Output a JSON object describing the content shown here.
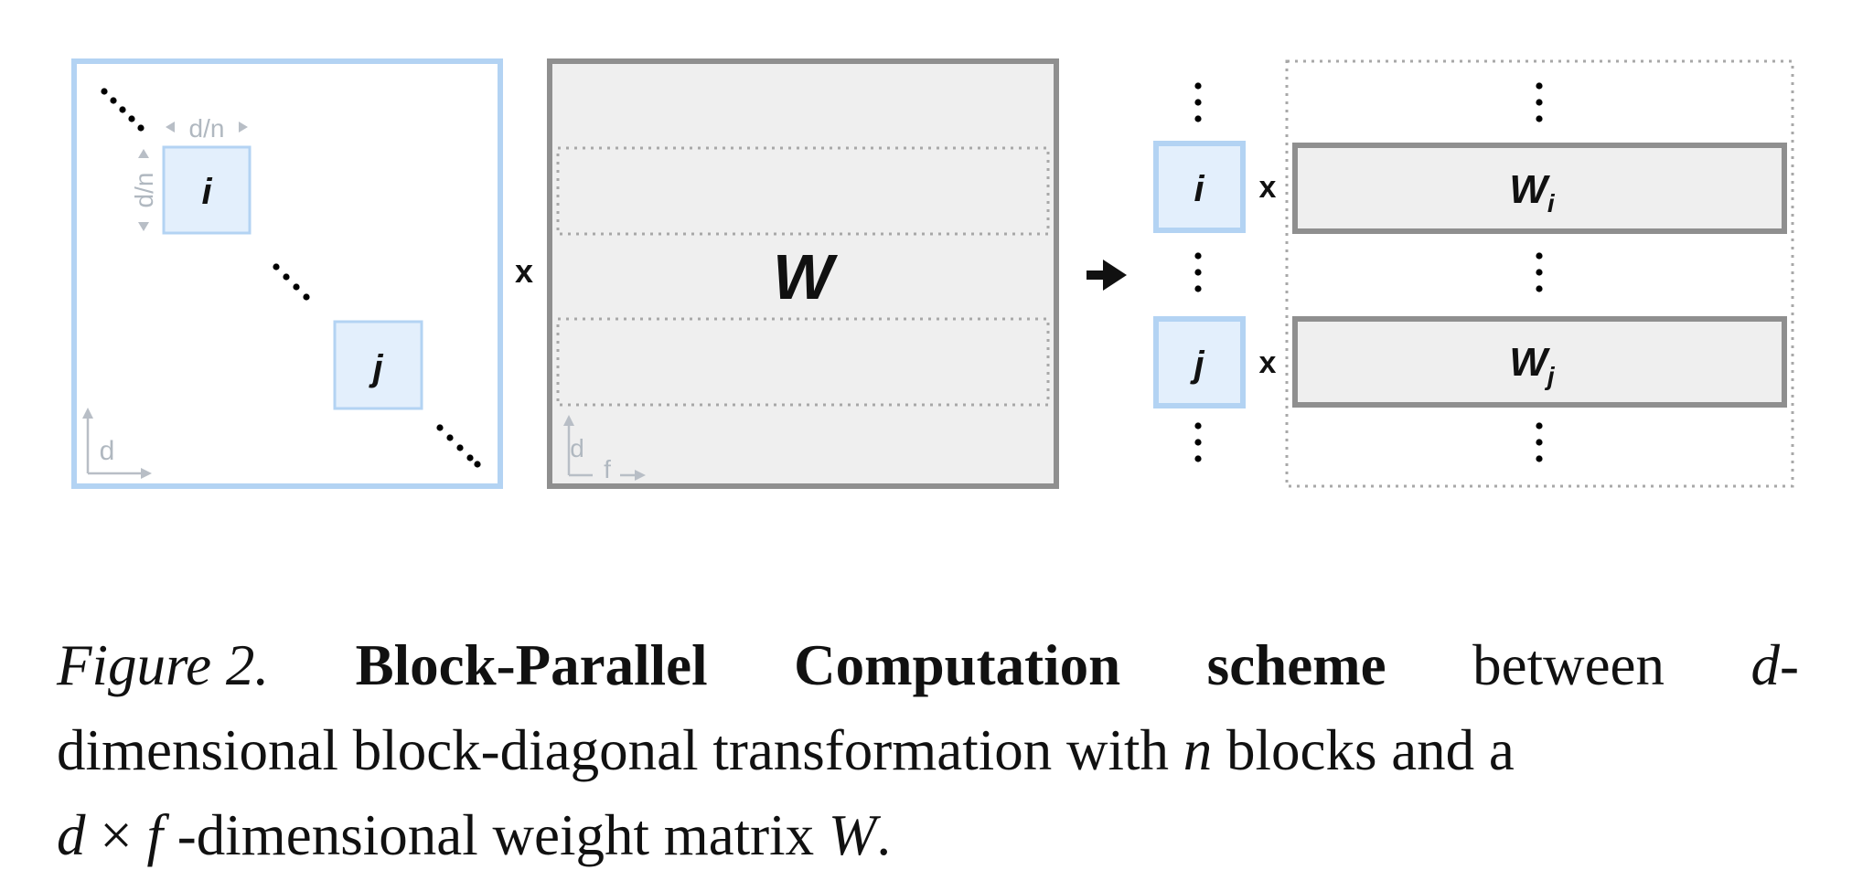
{
  "diagram": {
    "block_diag": {
      "block_i_label": "i",
      "block_j_label": "j",
      "block_size_label_h": "d/n",
      "block_size_label_v": "d/n",
      "axis_label": "d"
    },
    "times_symbol": "x",
    "weight": {
      "label": "W",
      "axis_v_label": "d",
      "axis_h_label": "f"
    },
    "result": {
      "row_i_block": "i",
      "row_i_times": "x",
      "row_i_weight": "W",
      "row_i_sub": "i",
      "row_j_block": "j",
      "row_j_times": "x",
      "row_j_weight": "W",
      "row_j_sub": "j"
    },
    "colors": {
      "blue_border": "#b3d3f3",
      "blue_fill": "#e3effc",
      "gray_border": "#8f8f8f",
      "gray_fill": "#efefef",
      "light_label": "#b0b8c0"
    }
  },
  "caption": {
    "figure_label": "Figure 2.",
    "title_1": "Block-Parallel",
    "title_2": "Computation",
    "title_3": "scheme",
    "between": "between",
    "d_sym": "d",
    "dash": "-",
    "line2_a": "dimensional block-diagonal transformation with",
    "n_sym": "n",
    "line2_b": "blocks and a",
    "line3_d": "d",
    "line3_times": "×",
    "line3_f": "f",
    "line3_a": "-dimensional weight matrix",
    "line3_W": "W",
    "line3_end": "."
  }
}
